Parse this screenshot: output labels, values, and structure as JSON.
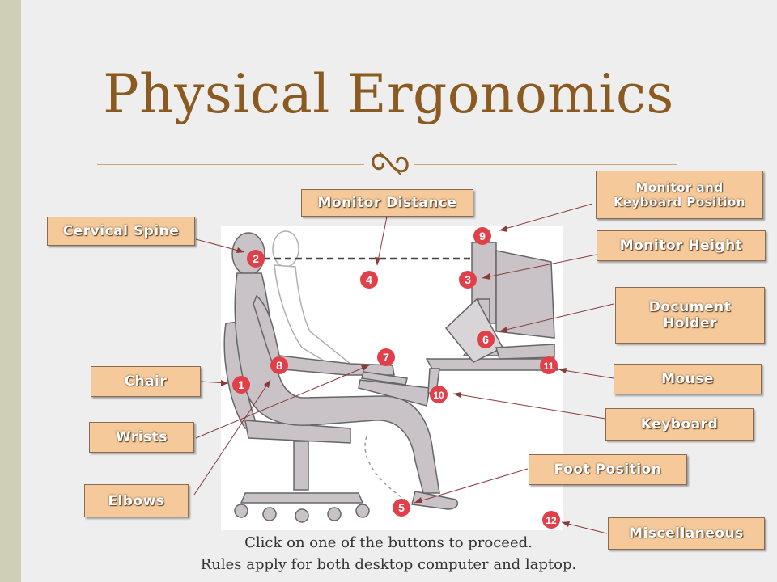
{
  "slide": {
    "title": "Physical Ergonomics",
    "caption_line1": "Click on one of the buttons to proceed.",
    "caption_line2": "Rules apply for both desktop computer and laptop."
  },
  "buttons": {
    "monitor_keyboard_position": "Monitor and\nKeyboard Position",
    "monitor_distance": "Monitor Distance",
    "cervical_spine": "Cervical Spine",
    "monitor_height": "Monitor Height",
    "document_holder": "Document\nHolder",
    "chair": "Chair",
    "mouse": "Mouse",
    "wrists": "Wrists",
    "keyboard": "Keyboard",
    "foot_position": "Foot Position",
    "elbows": "Elbows",
    "miscellaneous": "Miscellaneous"
  },
  "figure": {
    "markers": [
      "1",
      "2",
      "3",
      "4",
      "5",
      "6",
      "7",
      "8",
      "9",
      "10",
      "11",
      "12"
    ]
  },
  "colors": {
    "title": "#8b5a20",
    "button_fill": "#f5c99a",
    "marker_fill": "#e0404a",
    "arrow": "#8b3a3a"
  },
  "icons": {
    "ornament": "curl-ornament-icon"
  }
}
